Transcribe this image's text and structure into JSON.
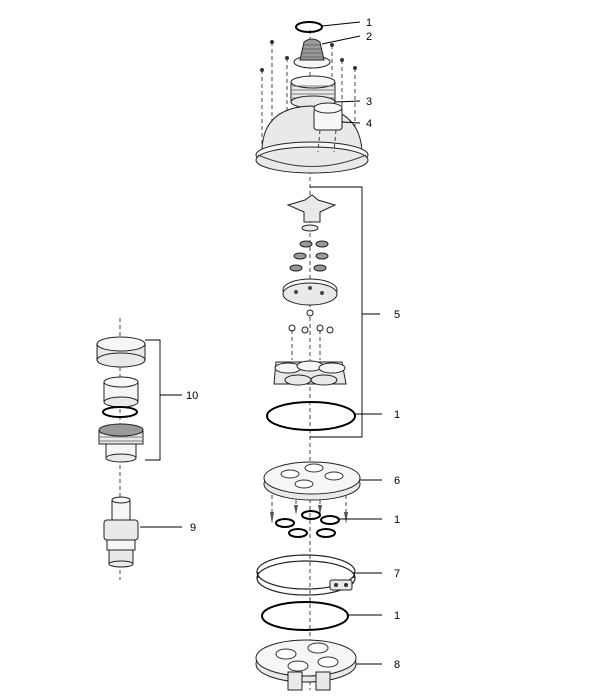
{
  "diagram": {
    "callouts": {
      "c1_top": "1",
      "c2": "2",
      "c3": "3",
      "c4": "4",
      "c5": "5",
      "c1_mid": "1",
      "c6": "6",
      "c1_lower": "1",
      "c7": "7",
      "c1_bottom": "1",
      "c8": "8",
      "c10": "10",
      "c9": "9"
    }
  }
}
